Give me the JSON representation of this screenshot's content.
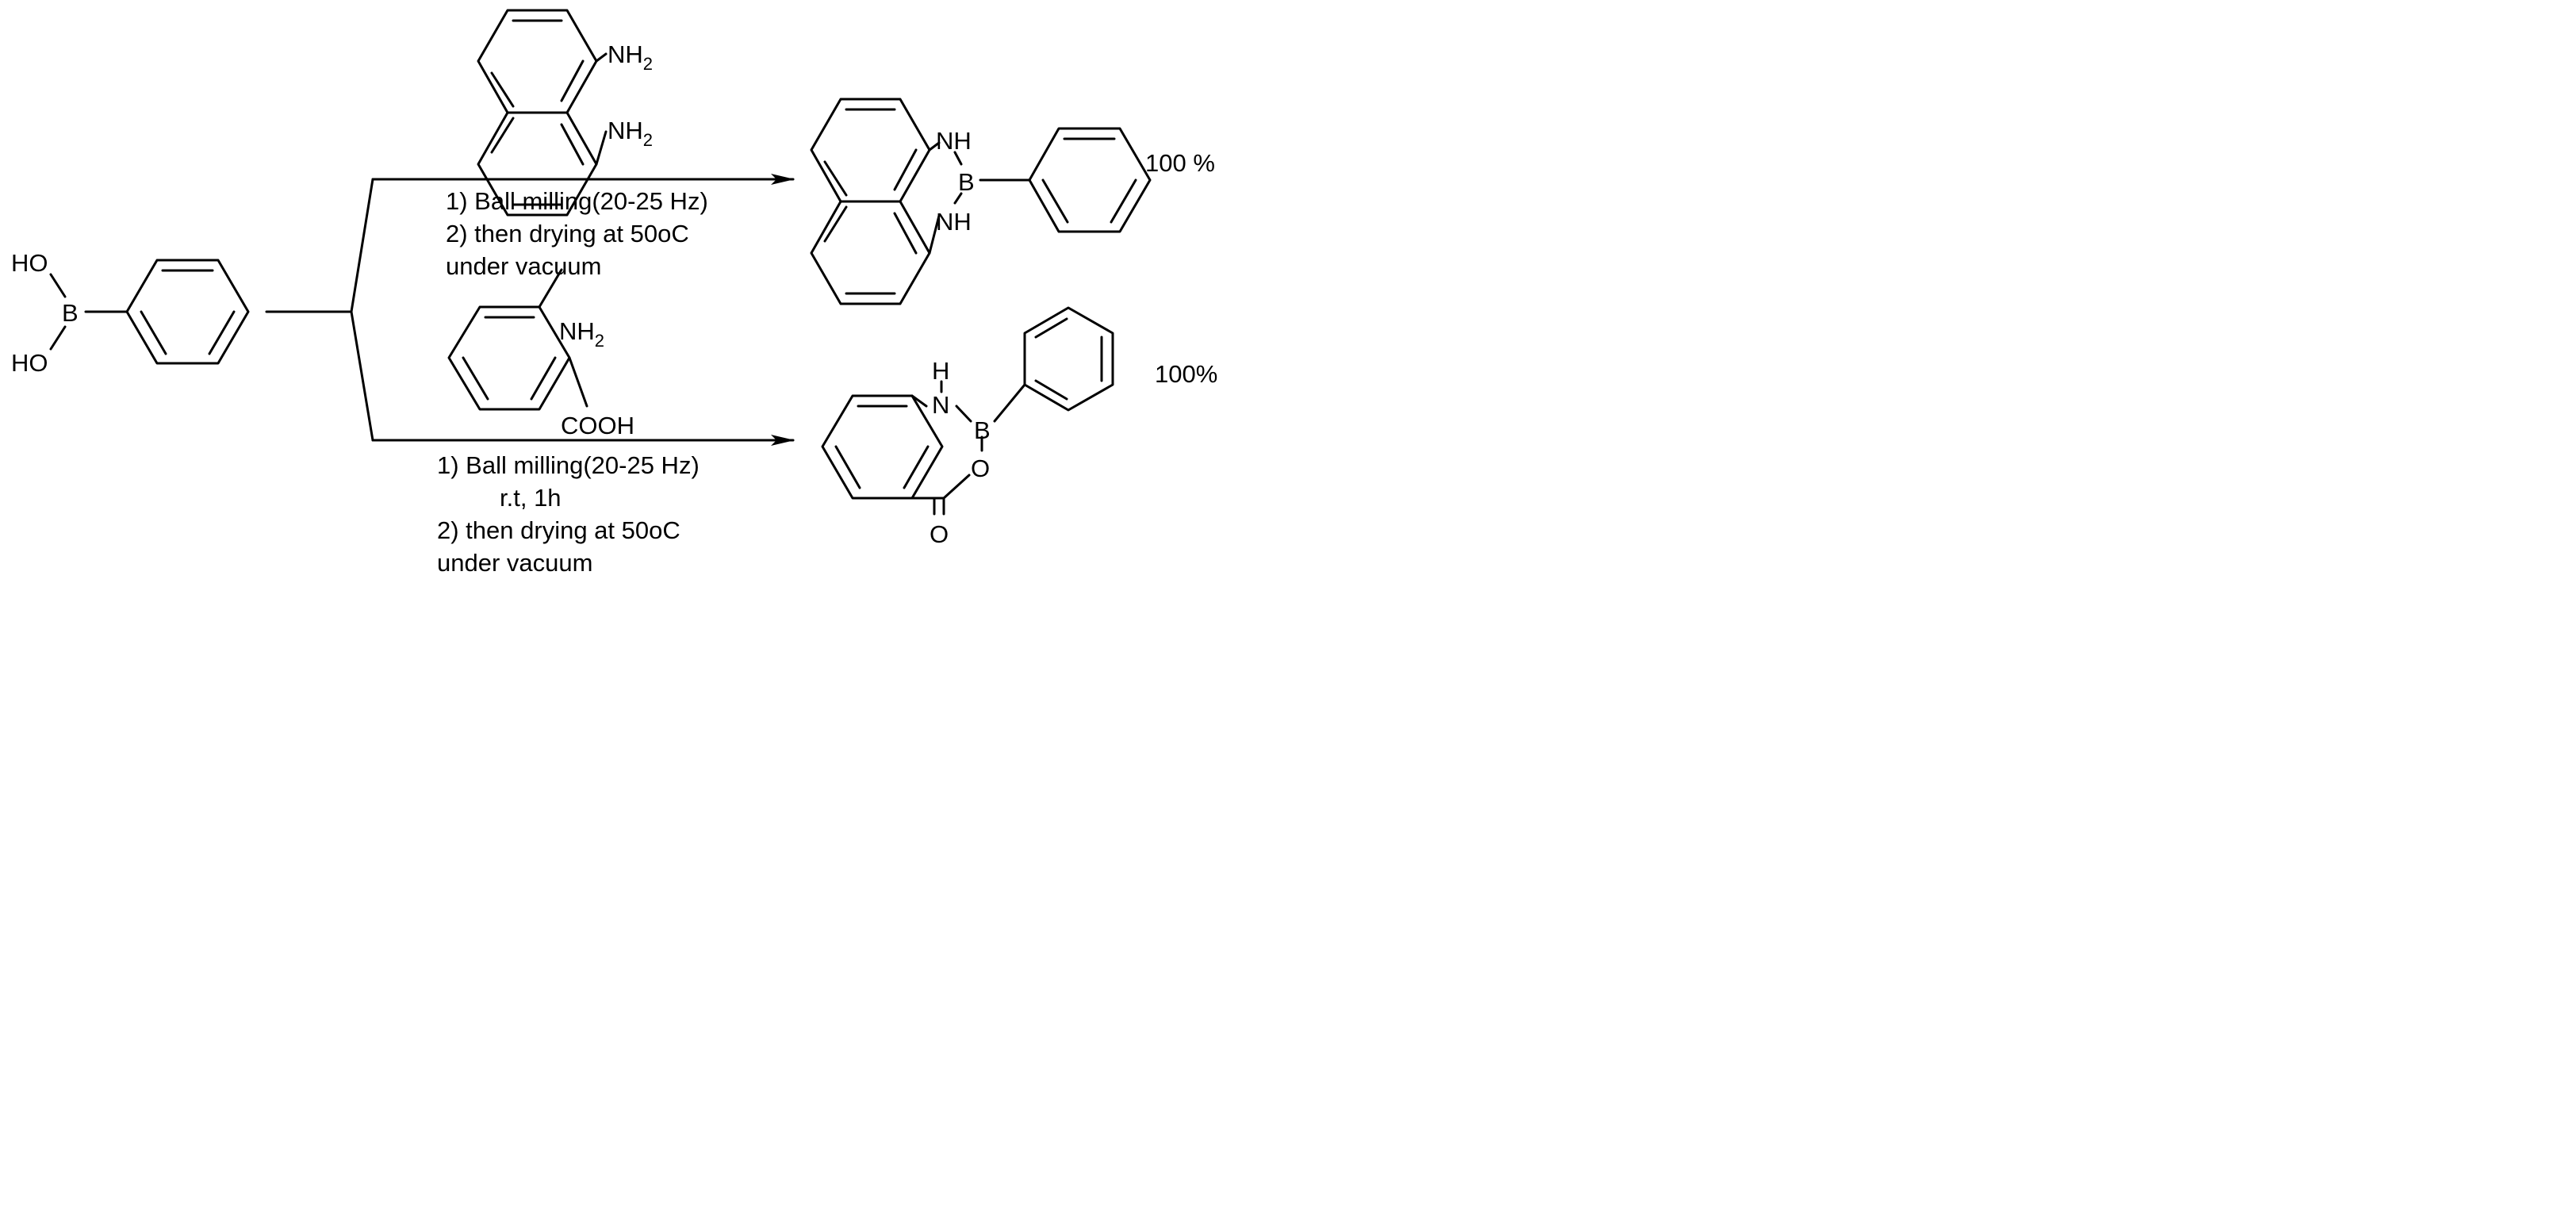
{
  "scheme": {
    "reactant": {
      "ho_top": "HO",
      "boron": "B",
      "ho_bottom": "HO"
    },
    "top_reaction": {
      "reagent": {
        "amine_1": "NH",
        "amine_1_sub": "2",
        "amine_2": "NH",
        "amine_2_sub": "2"
      },
      "conditions": [
        "1) Ball milling(20-25 Hz)",
        "2) then drying at 50oC",
        "under vacuum"
      ],
      "product": {
        "nh_top": "NH",
        "boron": "B",
        "nh_bottom": "NH"
      },
      "yield": "100 %"
    },
    "bottom_reaction": {
      "reagent": {
        "amine": "NH",
        "amine_sub": "2",
        "acid": "COOH"
      },
      "conditions": [
        "1) Ball milling(20-25 Hz)",
        "r.t, 1h",
        "2) then drying at 50oC",
        "under vacuum"
      ],
      "product": {
        "h": "H",
        "n": "N",
        "boron": "B",
        "ring_o": "O",
        "carbonyl_o": "O"
      },
      "yield": "100%"
    }
  }
}
